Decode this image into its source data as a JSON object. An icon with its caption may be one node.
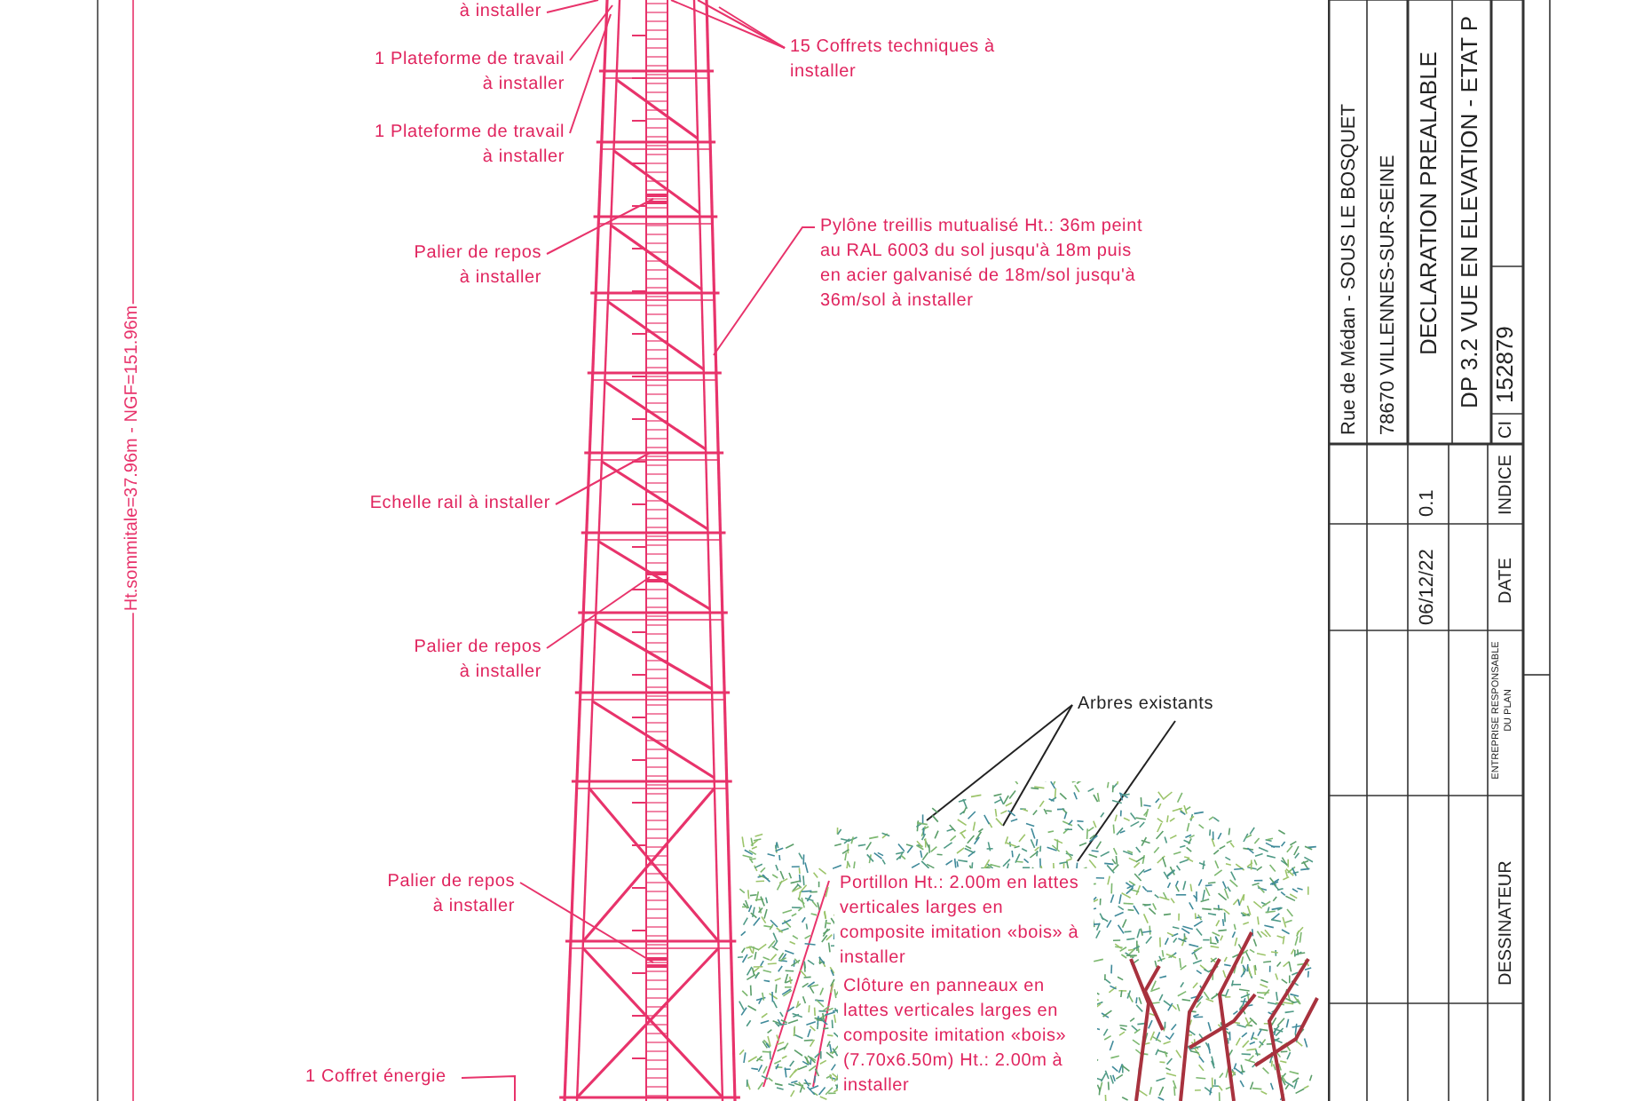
{
  "diagram": {
    "nodes": [
      {
        "text": [
          "à installer"
        ]
      },
      {
        "text": [
          "1 Plateforme de travail à installer"
        ]
      },
      {
        "text": [
          "1 Plateforme de travail à installer"
        ]
      },
      {
        "text": [
          "15 Coffrets techniques à installer"
        ]
      },
      {
        "text": [
          "Palier de repos à installer"
        ]
      },
      {
        "text": [
          "Pylône treillis mutualisé Ht.: 36m peint au RAL 6003 du sol jusqu'à 18m puis en acier galvanisé de 18m/sol jusqu'à 36m/sol à installer"
        ]
      },
      {
        "text": [
          "Echelle rail à installer"
        ]
      },
      {
        "text": [
          "Palier de repos à installer"
        ]
      },
      {
        "text": [
          "Arbres existants"
        ]
      },
      {
        "text": [
          "Palier de repos à installer"
        ]
      },
      {
        "text": [],
        "shape": "picture"
      },
      {
        "text": [
          "Portillon Ht.: 2.00m en lattes verticales larges en composite imitation «bois» à installer"
        ],
        "in": 10
      },
      {
        "text": [
          "Clôture en panneaux en lattes verticales larges en composite imitation «bois» (7.70x6.50m) Ht.: 2.00m à installer"
        ],
        "in": 10
      },
      {
        "text": [
          "1 Coffret énergie"
        ]
      },
      {
        "text": [],
        "shape": "picture"
      }
    ],
    "edges": [
      {
        "from": 0,
        "to": 14,
        "arrow": "none"
      },
      {
        "from": 1,
        "to": 14,
        "arrow": "none"
      },
      {
        "from": 2,
        "to": 14,
        "arrow": "none"
      },
      {
        "from": 3,
        "to": 14,
        "arrow": "none"
      },
      {
        "from": 3,
        "to": 14,
        "arrow": "none"
      },
      {
        "from": 3,
        "to": 14,
        "arrow": "none"
      },
      {
        "from": 4,
        "to": 14,
        "arrow": "none"
      },
      {
        "from": 5,
        "to": 14,
        "arrow": "none"
      },
      {
        "from": 6,
        "to": 14,
        "arrow": "none"
      },
      {
        "from": 7,
        "to": 14,
        "arrow": "none"
      },
      {
        "from": 8,
        "to": 10,
        "arrow": "none",
        "color": "#222222"
      },
      {
        "from": 8,
        "to": 10,
        "arrow": "none",
        "color": "#222222"
      },
      {
        "from": 8,
        "to": 10,
        "arrow": "none",
        "color": "#222222"
      },
      {
        "from": 9,
        "to": 14,
        "arrow": "none"
      },
      {
        "from": 11,
        "to": 10,
        "arrow": "none"
      },
      {
        "from": 12,
        "to": 10,
        "arrow": "none"
      },
      {
        "from": 13,
        "to": null,
        "arrow": "none"
      }
    ],
    "labels": [
      "Ht.sommitale=37.96m - NGF=151.96m",
      "Rue de Médan - SOUS LE BOSQUET",
      "78670 VILLENNES-SUR-SEINE",
      "DECLARATION PREALABLE",
      "DP 3.2 VUE EN ELEVATION - ETAT P",
      "CI",
      "152879",
      "06/12/22",
      "0.1",
      "DESSINATEUR",
      "ENTREPRISE RESPONSABLE DU PLAN",
      "DATE",
      "INDICE"
    ]
  }
}
